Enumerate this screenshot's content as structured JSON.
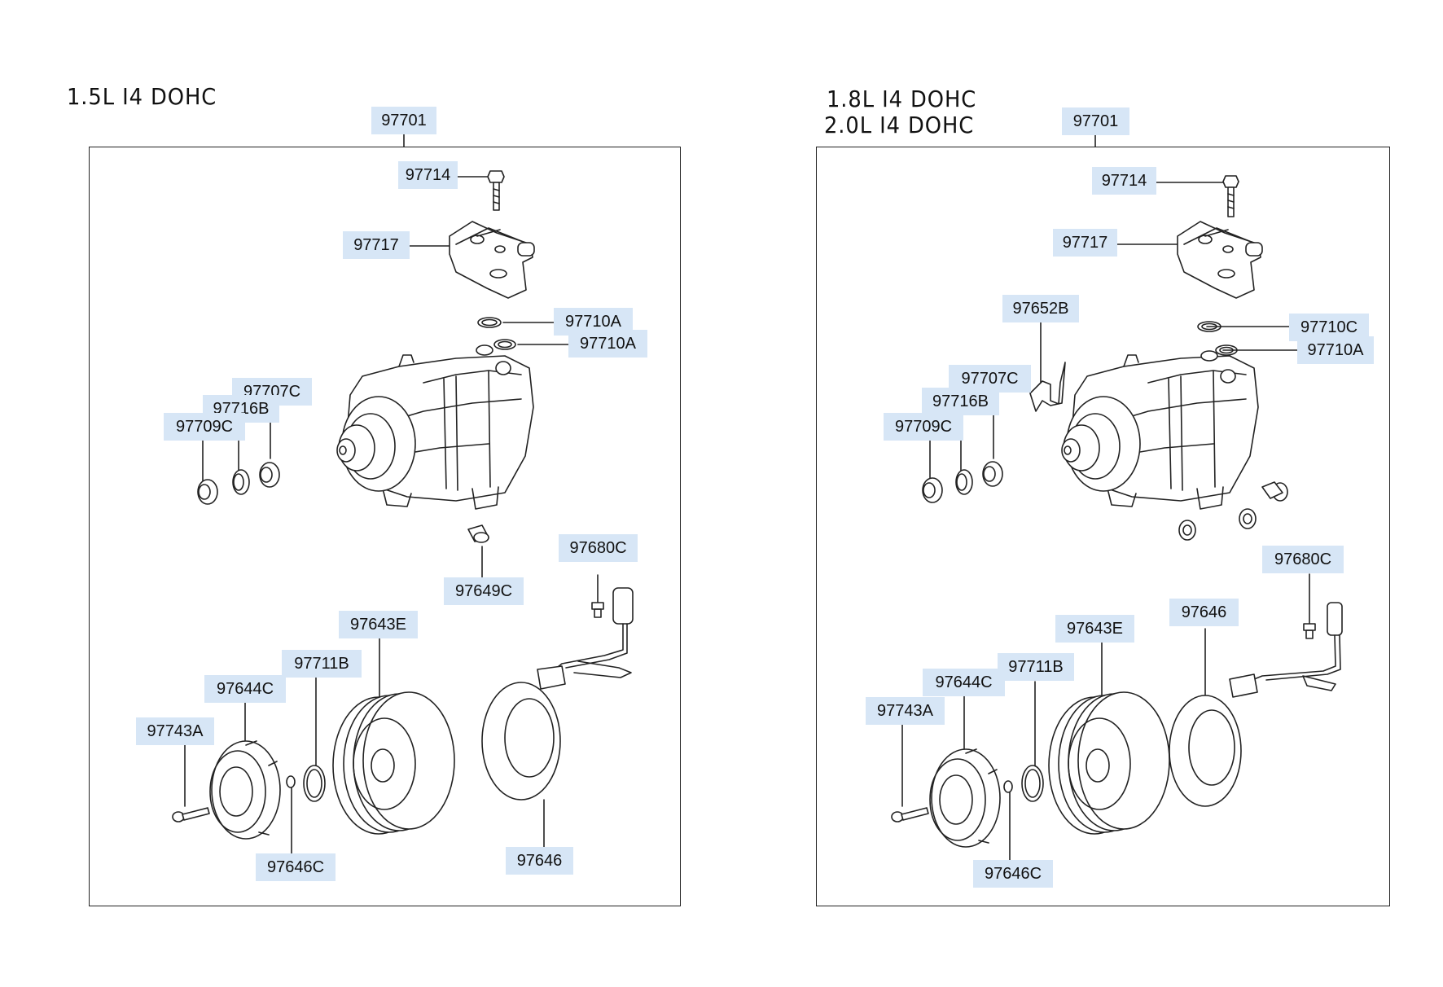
{
  "panels": [
    {
      "titles": [
        "1.5L  I4  DOHC"
      ],
      "callouts": {
        "top": "97701",
        "bolt": "97714",
        "fitting": "97717",
        "oring1": "97710A",
        "oring2": "97710A",
        "sealA": "97707C",
        "sealB": "97716B",
        "sealC": "97709C",
        "plug": "97649C",
        "switchScrew": "97680C",
        "pulley": "97643E",
        "snapRing": "97711B",
        "hub": "97644C",
        "hubBolt": "97743A",
        "shim": "97646C",
        "coil": "97646"
      }
    },
    {
      "titles": [
        "1.8L  I4  DOHC",
        "2.0L  I4  DOHC"
      ],
      "callouts": {
        "top": "97701",
        "bolt": "97714",
        "fitting": "97717",
        "bracket": "97652B",
        "oring1": "97710C",
        "oring2": "97710A",
        "sealA": "97707C",
        "sealB": "97716B",
        "sealC": "97709C",
        "switchScrew": "97680C",
        "coil": "97646",
        "pulley": "97643E",
        "snapRing": "97711B",
        "hub": "97644C",
        "hubBolt": "97743A",
        "shim": "97646C"
      }
    }
  ]
}
